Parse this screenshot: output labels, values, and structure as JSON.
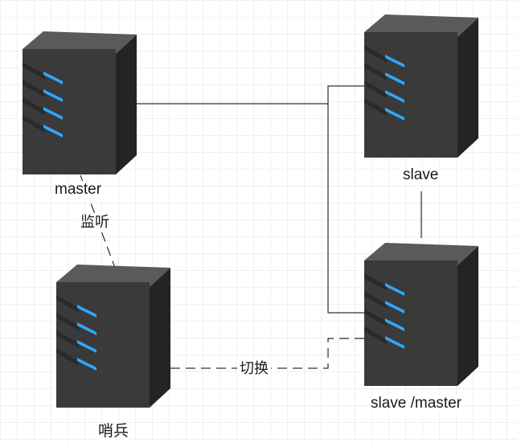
{
  "nodes": {
    "master": {
      "label": "master"
    },
    "slave": {
      "label": "slave"
    },
    "slave_master": {
      "label": "slave /master"
    },
    "sentinel": {
      "label": "哨兵"
    }
  },
  "edges": {
    "sentinel_master": {
      "label": "监听",
      "style": "dashed"
    },
    "sentinel_slave_master": {
      "label": "切换",
      "style": "dashed"
    },
    "master_replicas": {
      "style": "solid"
    },
    "slave_slave_master": {
      "style": "solid"
    }
  },
  "colors": {
    "server_body": "#3a3a3a",
    "server_top": "#5a5a5a",
    "server_side": "#242424",
    "led": "#2ea8ff",
    "line": "#000000",
    "grid": "#e2e2e2"
  }
}
